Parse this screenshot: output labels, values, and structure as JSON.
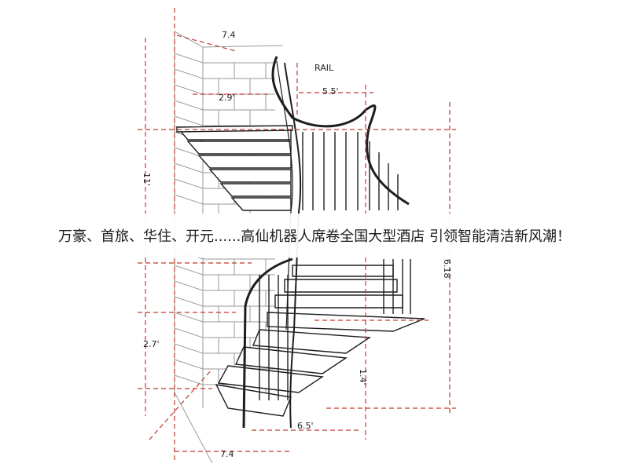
{
  "headline": "万豪、首旅、华住、开元......高仙机器人席卷全国大型酒店 引领智能清洁新风潮！",
  "drawing": {
    "top_width": "7.4",
    "bottom_width": "7.4",
    "upper_wall_dim": "2.9'",
    "rail_label": "RAIL",
    "rail_offset": "5.5'",
    "upper_flight_height": "11'",
    "lower_flight_height": "2.7'",
    "overall_height": "6.18",
    "lower_step_height": "1.4'",
    "base_run": "6.5'"
  },
  "colors": {
    "dimension": "#c0392b",
    "ink": "#1e1e1e",
    "brick": "#9a9a9a"
  }
}
